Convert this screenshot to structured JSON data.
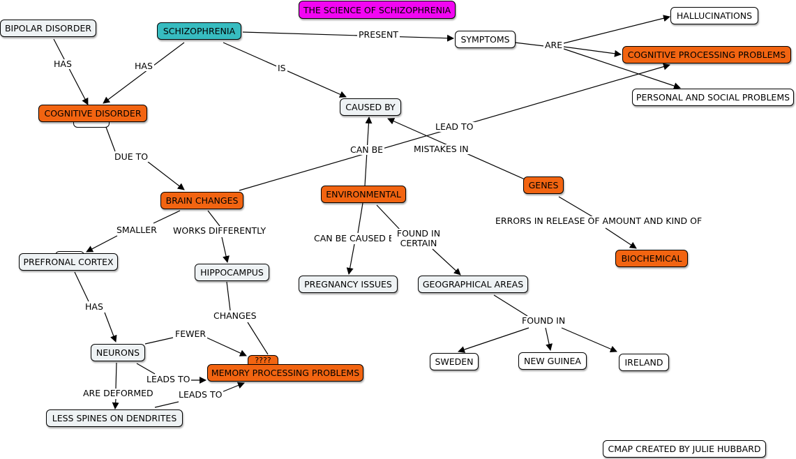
{
  "title": "THE SCIENCE OF SCHIZOPHRENIA",
  "credit": "CMAP CREATED BY JULIE HUBBARD",
  "colors": {
    "concept_orange": "#f26411",
    "concept_teal": "#37bcc0",
    "title_magenta": "#f206f2",
    "concept_light": "#eef2f4",
    "concept_white": "#ffffff"
  },
  "concepts": {
    "schizophrenia": "SCHIZOPHRENIA",
    "bipolar_disorder": "BIPOLAR DISORDER",
    "cognitive_disorder": "COGNITIVE DISORDER",
    "caused_by": "CAUSED BY",
    "symptoms": "SYMPTOMS",
    "hallucinations": "HALLUCINATIONS",
    "cognitive_processing_problems": "COGNITIVE PROCESSING PROBLEMS",
    "personal_social_problems": "PERSONAL AND SOCIAL PROBLEMS",
    "brain_changes": "BRAIN CHANGES",
    "environmental": "ENVIRONMENTAL",
    "genes": "GENES",
    "biochemical": "BIOCHEMICAL",
    "prefrontal_cortex": "PREFRONAL CORTEX",
    "hippocampus": "HIPPOCAMPUS",
    "pregnancy_issues": "PREGNANCY ISSUES",
    "geographical_areas": "GEOGRAPHICAL AREAS",
    "neurons": "NEURONS",
    "memory_processing_problems": "MEMORY PROCESSING PROBLEMS",
    "unknown": "????",
    "less_spines": "LESS SPINES ON DENDRITES",
    "sweden": "SWEDEN",
    "new_guinea": "NEW GUINEA",
    "ireland": "IRELAND"
  },
  "links": {
    "has_bipolar": "HAS",
    "has_schizo": "HAS",
    "present": "PRESENT",
    "is": "IS",
    "are": "ARE",
    "lead_to": "LEAD TO",
    "can_be": "CAN BE",
    "mistakes_in": "MISTAKES IN",
    "due_to": "DUE TO",
    "smaller": "SMALLER",
    "works_differently": "WORKS DIFFERENTLY",
    "can_be_caused_by": "CAN BE CAUSED BY",
    "found_in_certain": "FOUND IN CERTAIN",
    "errors_release": "ERRORS IN RELEASE OF AMOUNT AND KIND OF",
    "has_prefrontal": "HAS",
    "changes": "CHANGES",
    "fewer": "FEWER",
    "leads_to_neurons": "LEADS TO",
    "are_deformed": "ARE DEFORMED",
    "leads_to_spines": "LEADS TO",
    "found_in": "FOUND IN"
  }
}
